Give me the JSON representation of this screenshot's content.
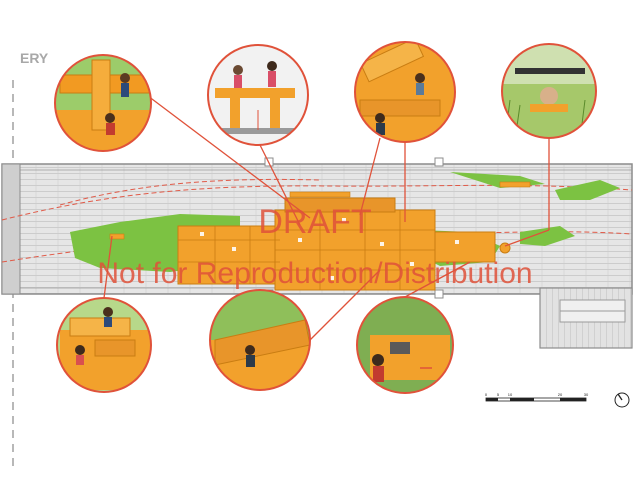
{
  "sheet_label": "ERY",
  "watermark": {
    "line1": "DRAFT",
    "line2": "Not for Reproduction/Distribution",
    "color": "#e0523a"
  },
  "scale_bar": {
    "ticks": [
      "0",
      "5",
      "10",
      "20",
      "30"
    ]
  },
  "north_arrow": "north-arrow-icon",
  "colors": {
    "play_orange": "#f2a12c",
    "grass_green": "#7cc242",
    "callout_red": "#e0523a",
    "deck_gray": "#d8d8d8"
  },
  "callouts": [
    {
      "id": "callout-log-climbing-structure",
      "icon": "children-on-timber-play-icon"
    },
    {
      "id": "callout-section-view",
      "icon": "section-children-standing-icon"
    },
    {
      "id": "callout-log-interior",
      "icon": "child-in-timber-frame-icon"
    },
    {
      "id": "callout-meadow-peek",
      "icon": "child-peeking-through-grass-icon"
    },
    {
      "id": "callout-timber-steps",
      "icon": "children-on-timber-steps-icon"
    },
    {
      "id": "callout-planting-edge",
      "icon": "child-by-planting-icon"
    },
    {
      "id": "callout-orange-wall",
      "icon": "child-at-orange-wall-icon"
    }
  ]
}
